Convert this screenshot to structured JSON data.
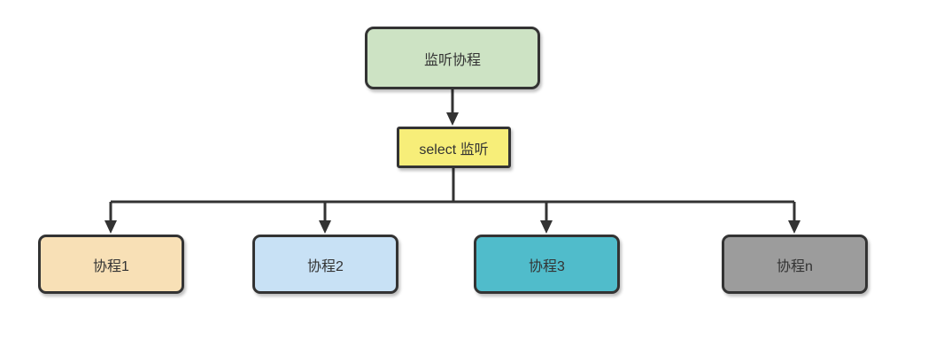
{
  "diagram": {
    "type": "flowchart",
    "nodes": [
      {
        "id": "listener",
        "label": "监听协程",
        "fill": "#cde3c4",
        "border": "#333333"
      },
      {
        "id": "select",
        "label": "select 监听",
        "fill": "#f7ee79",
        "border": "#333333"
      },
      {
        "id": "worker1",
        "label": "协程1",
        "fill": "#f8e0b6",
        "border": "#333333"
      },
      {
        "id": "worker2",
        "label": "协程2",
        "fill": "#c8e1f5",
        "border": "#333333"
      },
      {
        "id": "worker3",
        "label": "协程3",
        "fill": "#50bccb",
        "border": "#333333"
      },
      {
        "id": "workerN",
        "label": "协程n",
        "fill": "#9c9c9c",
        "border": "#333333"
      }
    ],
    "edges": [
      {
        "from": "listener",
        "to": "select"
      },
      {
        "from": "select",
        "to": "worker1"
      },
      {
        "from": "select",
        "to": "worker2"
      },
      {
        "from": "select",
        "to": "worker3"
      },
      {
        "from": "select",
        "to": "workerN"
      }
    ],
    "line_color": "#333333",
    "text_color": "#333333",
    "background_color": "#ffffff"
  }
}
